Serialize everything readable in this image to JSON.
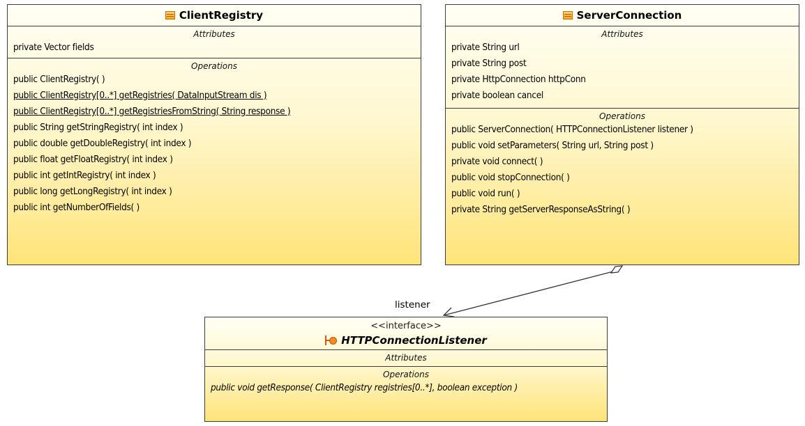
{
  "classes": {
    "client_registry": {
      "name": "ClientRegistry",
      "attributes_title": "Attributes",
      "attributes": [
        "private Vector fields"
      ],
      "operations_title": "Operations",
      "operations": [
        "public ClientRegistry( )",
        "public ClientRegistry[0..*]  getRegistries( DataInputStream dis )",
        "public ClientRegistry[0..*]  getRegistriesFromString( String response )",
        "public String  getStringRegistry( int index )",
        "public double  getDoubleRegistry( int index )",
        "public float  getFloatRegistry( int index )",
        "public int  getIntRegistry( int index )",
        "public long  getLongRegistry( int index )",
        "public int  getNumberOfFields( )"
      ]
    },
    "server_connection": {
      "name": "ServerConnection",
      "attributes_title": "Attributes",
      "attributes": [
        "private String url",
        "private String post",
        "private HttpConnection httpConn",
        "private boolean cancel"
      ],
      "operations_title": "Operations",
      "operations": [
        "public ServerConnection( HTTPConnectionListener listener )",
        "public void  setParameters( String url, String post )",
        "private void  connect( )",
        "public void  stopConnection( )",
        "public void  run( )",
        "private String  getServerResponseAsString( )"
      ]
    },
    "http_connection_listener": {
      "stereotype": "<<interface>>",
      "name": "HTTPConnectionListener",
      "attributes_title": "Attributes",
      "operations_title": "Operations",
      "operations": [
        "public void  getResponse( ClientRegistry registries[0..*], boolean exception )"
      ]
    }
  },
  "association": {
    "role_label": "listener"
  }
}
